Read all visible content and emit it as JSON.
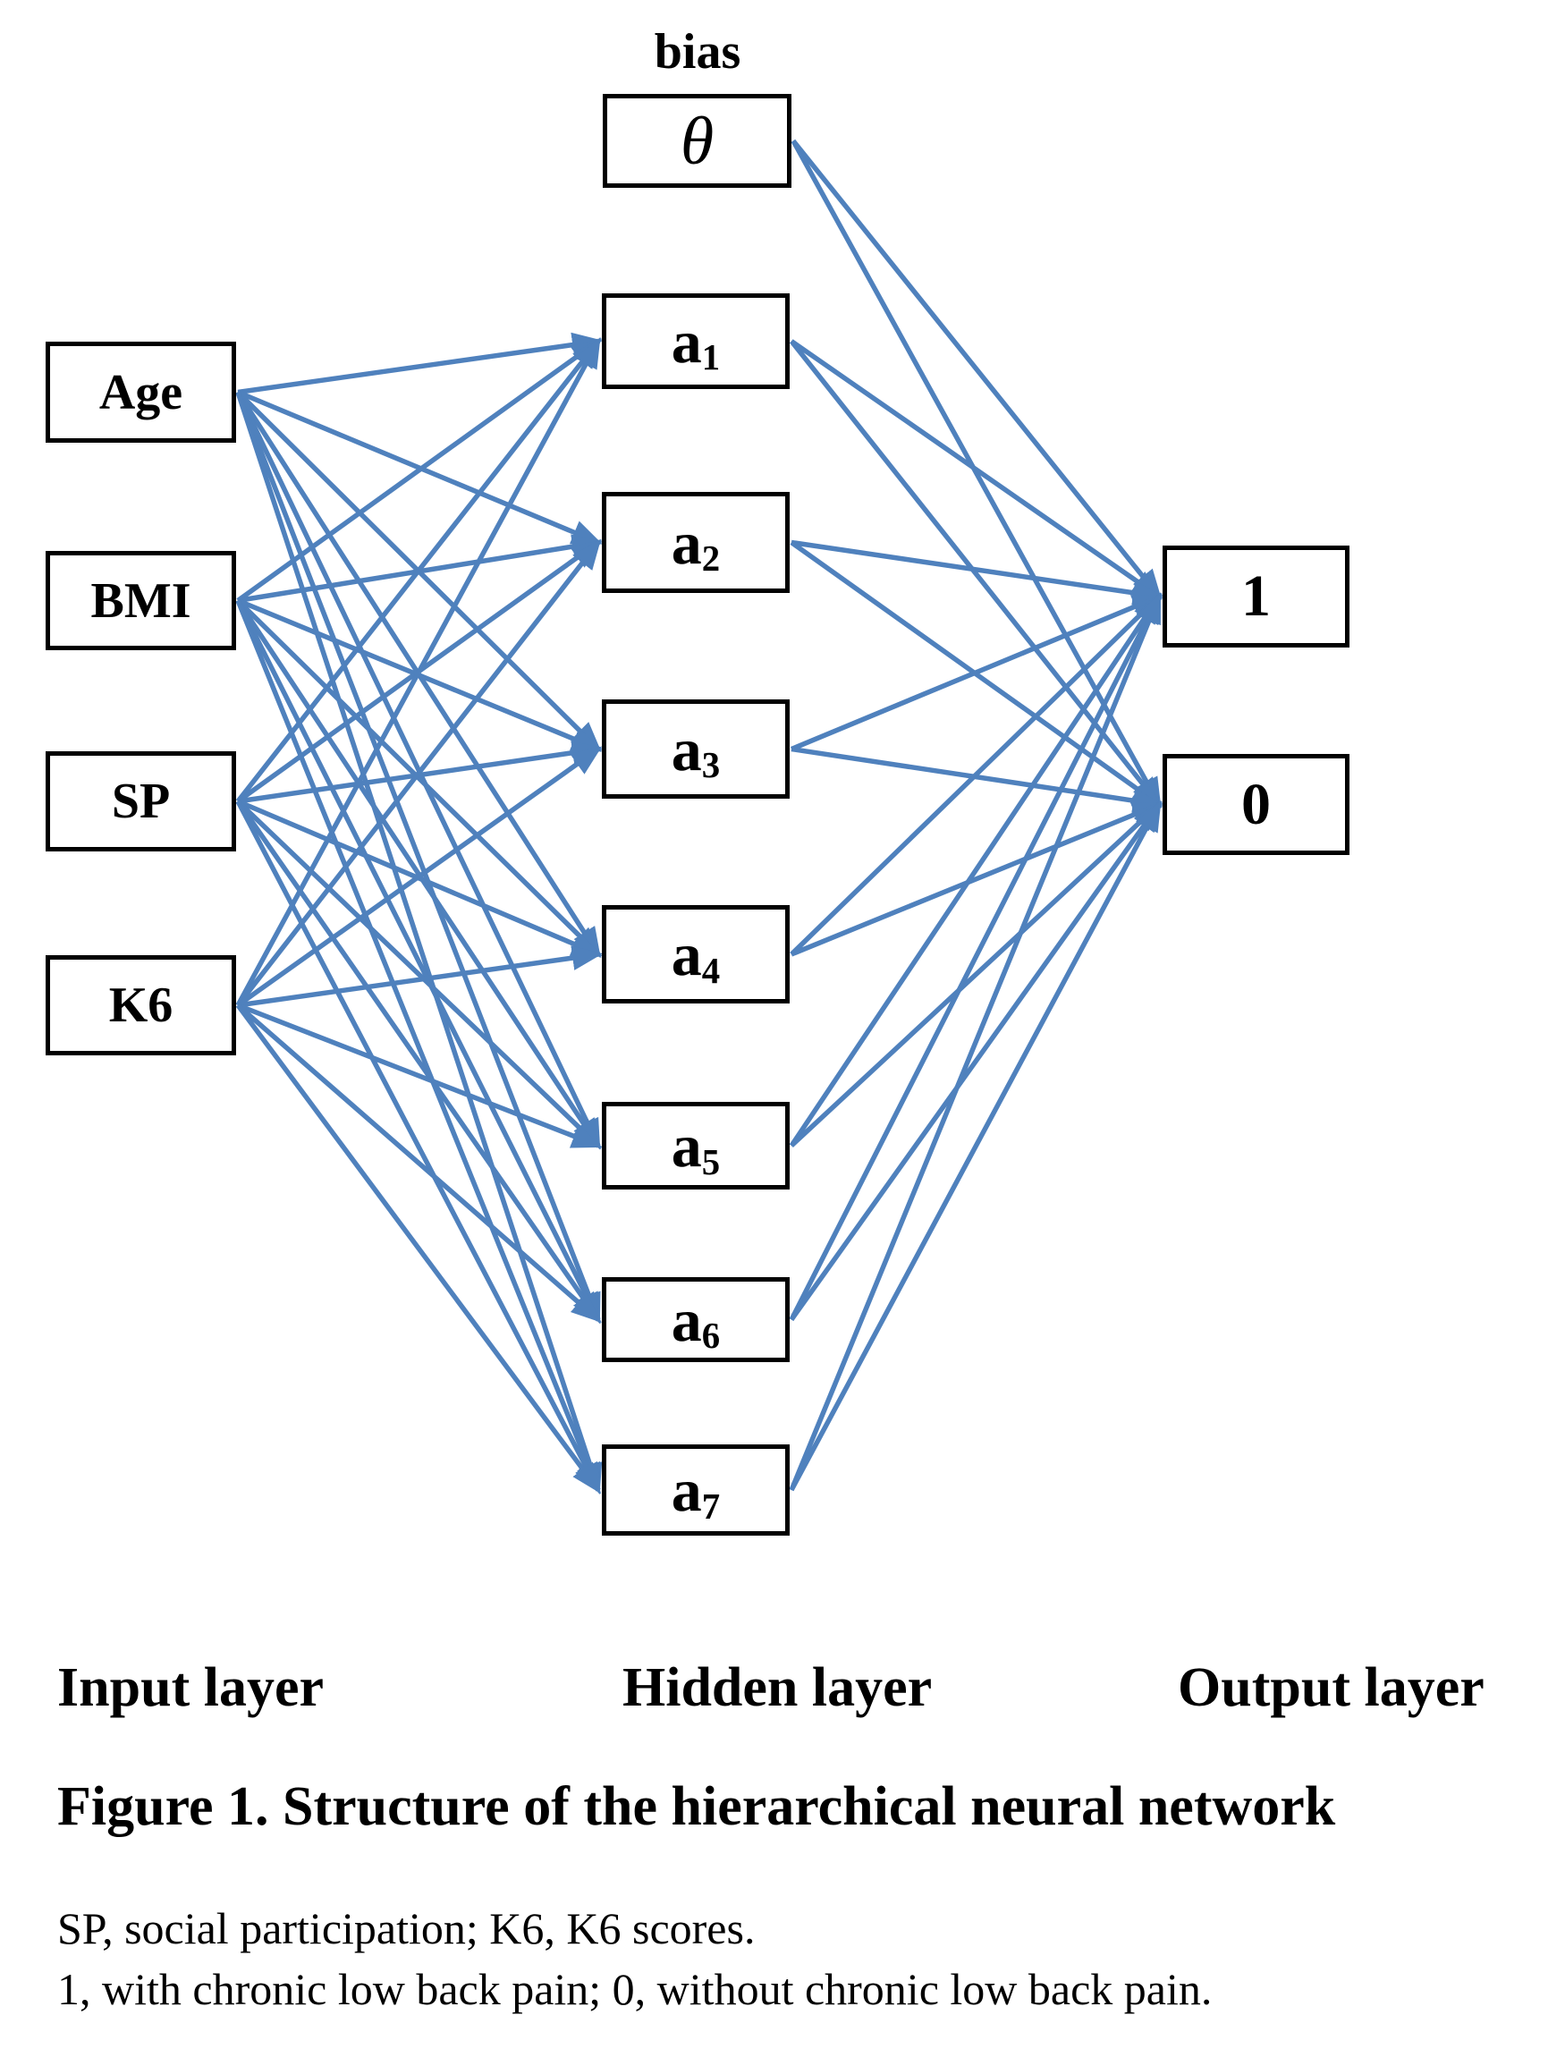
{
  "figure": {
    "bias_label": "bias",
    "arrow_color": "#4F81BD",
    "box_border_color": "#000000",
    "layers": {
      "input": {
        "label": "Input layer",
        "nodes": [
          {
            "id": "age",
            "label": "Age"
          },
          {
            "id": "bmi",
            "label": "BMI"
          },
          {
            "id": "sp",
            "label": "SP"
          },
          {
            "id": "k6",
            "label": "K6"
          }
        ]
      },
      "hidden": {
        "label": "Hidden layer",
        "nodes": [
          {
            "id": "bias",
            "label": "θ",
            "style": "theta"
          },
          {
            "id": "a1",
            "label": "a",
            "sub": "1"
          },
          {
            "id": "a2",
            "label": "a",
            "sub": "2"
          },
          {
            "id": "a3",
            "label": "a",
            "sub": "3"
          },
          {
            "id": "a4",
            "label": "a",
            "sub": "4"
          },
          {
            "id": "a5",
            "label": "a",
            "sub": "5"
          },
          {
            "id": "a6",
            "label": "a",
            "sub": "6"
          },
          {
            "id": "a7",
            "label": "a",
            "sub": "7"
          }
        ]
      },
      "output": {
        "label": "Output layer",
        "nodes": [
          {
            "id": "out1",
            "label": "1"
          },
          {
            "id": "out0",
            "label": "0"
          }
        ]
      }
    },
    "edges": [
      [
        "age",
        "a1"
      ],
      [
        "age",
        "a2"
      ],
      [
        "age",
        "a3"
      ],
      [
        "age",
        "a4"
      ],
      [
        "age",
        "a5"
      ],
      [
        "age",
        "a6"
      ],
      [
        "age",
        "a7"
      ],
      [
        "bmi",
        "a1"
      ],
      [
        "bmi",
        "a2"
      ],
      [
        "bmi",
        "a3"
      ],
      [
        "bmi",
        "a4"
      ],
      [
        "bmi",
        "a5"
      ],
      [
        "bmi",
        "a6"
      ],
      [
        "bmi",
        "a7"
      ],
      [
        "sp",
        "a1"
      ],
      [
        "sp",
        "a2"
      ],
      [
        "sp",
        "a3"
      ],
      [
        "sp",
        "a4"
      ],
      [
        "sp",
        "a5"
      ],
      [
        "sp",
        "a6"
      ],
      [
        "sp",
        "a7"
      ],
      [
        "k6",
        "a1"
      ],
      [
        "k6",
        "a2"
      ],
      [
        "k6",
        "a3"
      ],
      [
        "k6",
        "a4"
      ],
      [
        "k6",
        "a5"
      ],
      [
        "k6",
        "a6"
      ],
      [
        "k6",
        "a7"
      ],
      [
        "bias",
        "out1"
      ],
      [
        "bias",
        "out0"
      ],
      [
        "a1",
        "out1"
      ],
      [
        "a1",
        "out0"
      ],
      [
        "a2",
        "out1"
      ],
      [
        "a2",
        "out0"
      ],
      [
        "a3",
        "out1"
      ],
      [
        "a3",
        "out0"
      ],
      [
        "a4",
        "out1"
      ],
      [
        "a4",
        "out0"
      ],
      [
        "a5",
        "out1"
      ],
      [
        "a5",
        "out0"
      ],
      [
        "a6",
        "out1"
      ],
      [
        "a6",
        "out0"
      ],
      [
        "a7",
        "out1"
      ],
      [
        "a7",
        "out0"
      ]
    ]
  },
  "caption": "Figure 1. Structure of the hierarchical neural network",
  "notes": [
    "SP, social participation; K6, K6 scores.",
    "1, with chronic low back pain; 0, without chronic low back pain."
  ]
}
